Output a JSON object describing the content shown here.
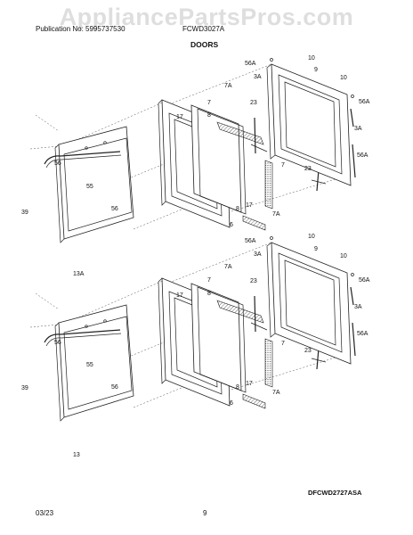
{
  "header": {
    "publication": "Publication No: 5995737530",
    "model": "FCWD3027A",
    "section": "DOORS"
  },
  "watermark": "AppliancePartsPros.com",
  "diagram_code": "DFCWD2727ASA",
  "footer": {
    "date": "03/23",
    "page": "9"
  },
  "callouts": {
    "upper": [
      "10",
      "56A",
      "9",
      "3A",
      "7A",
      "7",
      "8",
      "23",
      "17",
      "10",
      "56A",
      "3A",
      "56A",
      "23",
      "56",
      "55",
      "56",
      "39",
      "7",
      "17",
      "8",
      "6",
      "7A",
      "13A"
    ],
    "lower": [
      "56A",
      "10",
      "9",
      "3A",
      "7A",
      "7",
      "17",
      "23",
      "8",
      "10",
      "56A",
      "3A",
      "56A",
      "23",
      "56",
      "55",
      "56",
      "39",
      "7",
      "17",
      "8",
      "6",
      "7A",
      "13"
    ]
  }
}
